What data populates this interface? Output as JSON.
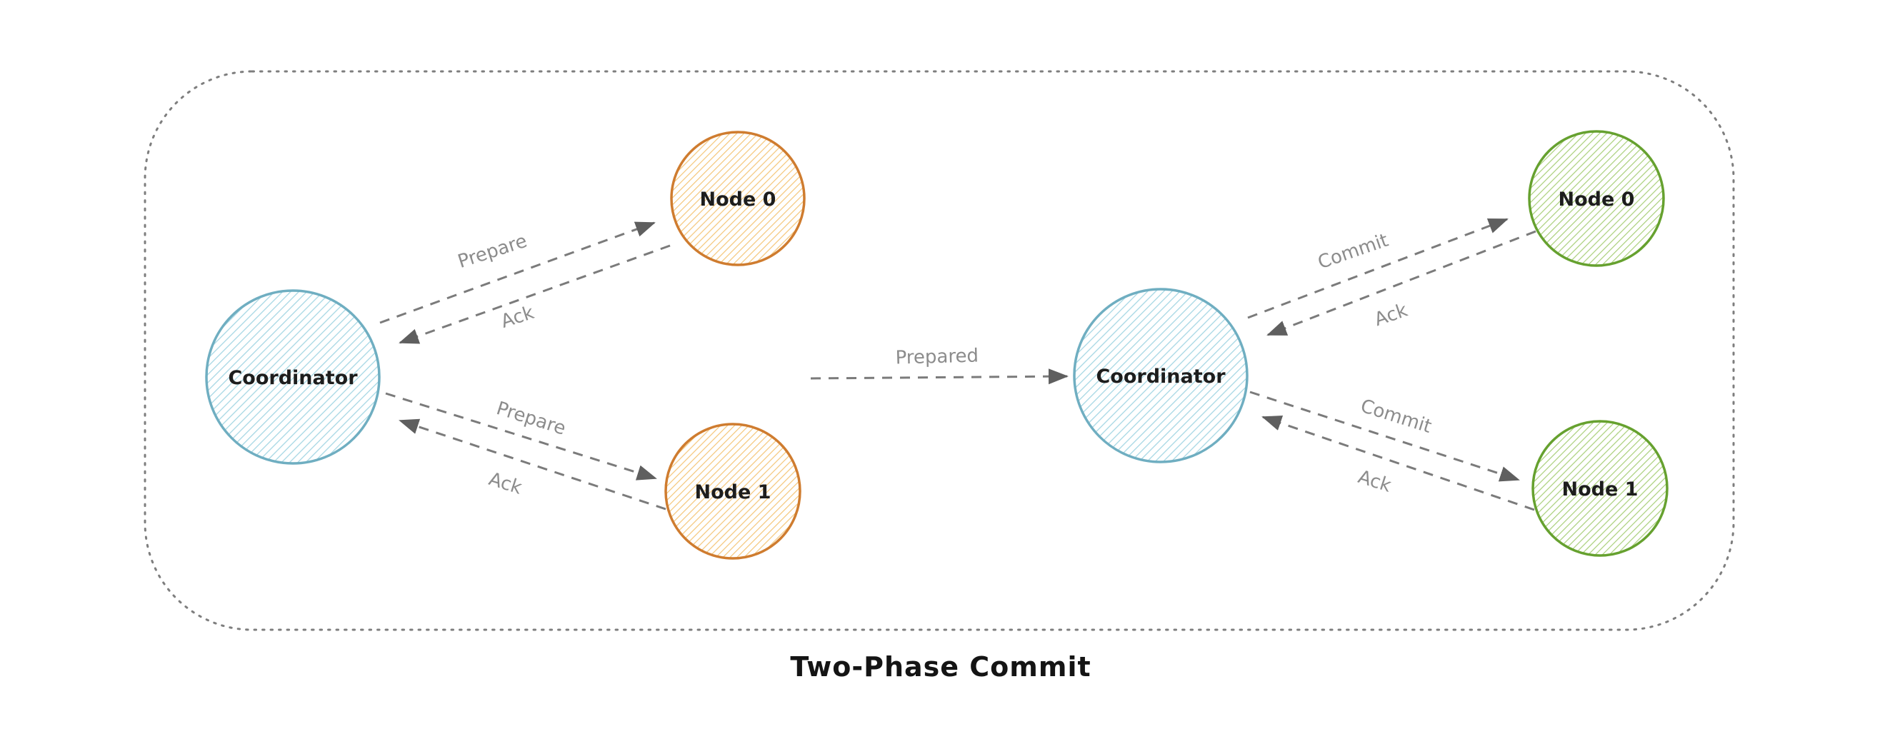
{
  "title": "Two-Phase Commit",
  "phase_prepare": {
    "coordinator": "Coordinator",
    "node0": "Node 0",
    "node1": "Node 1",
    "request_node0": "Prepare",
    "response_node0": "Ack",
    "request_node1": "Prepare",
    "response_node1": "Ack"
  },
  "transition": {
    "label": "Prepared"
  },
  "phase_commit": {
    "coordinator": "Coordinator",
    "node0": "Node 0",
    "node1": "Node 1",
    "request_node0": "Commit",
    "response_node0": "Ack",
    "request_node1": "Commit",
    "response_node1": "Ack"
  },
  "colors": {
    "coordinator_stroke": "#6FAEC1",
    "coordinator_hatch": "#A6D7E4",
    "prepare_node_stroke": "#CF7C2F",
    "prepare_node_hatch": "#F4C679",
    "commit_node_stroke": "#66A12F",
    "commit_node_hatch": "#A9CF7A",
    "arrow": "#7B7B7B",
    "arrowhead": "#5F5F5F",
    "arrow_label": "#8C8C8C",
    "node_text": "#1D1D1D",
    "boundary": "#7E7E7E",
    "background": "#FFFFFF"
  }
}
